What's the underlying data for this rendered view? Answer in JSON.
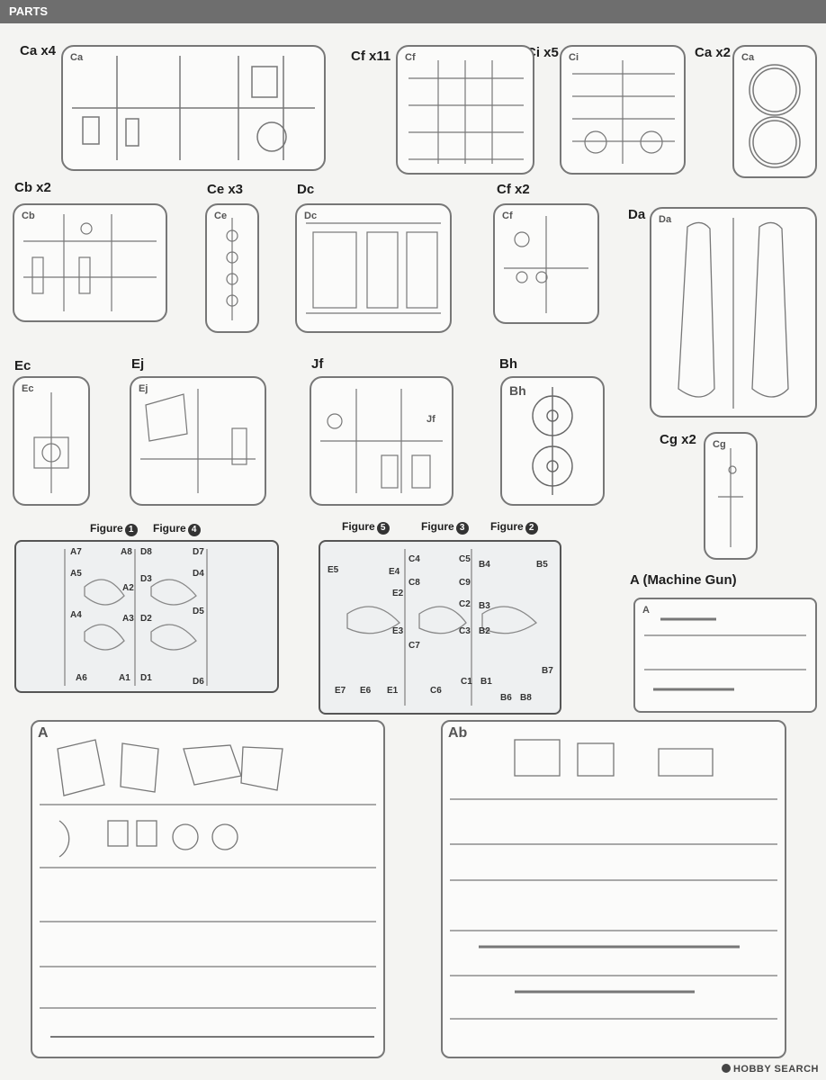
{
  "header": {
    "title": "PARTS"
  },
  "sprues": [
    {
      "id": "ca4",
      "label": "Ca x4",
      "tag": "Ca"
    },
    {
      "id": "cf11",
      "label": "Cf x11",
      "tag": "Cf"
    },
    {
      "id": "ci5",
      "label": "Ci x5",
      "tag": "Ci"
    },
    {
      "id": "ca2",
      "label": "Ca x2",
      "tag": "Ca"
    },
    {
      "id": "cb2",
      "label": "Cb x2",
      "tag": "Cb"
    },
    {
      "id": "ce3",
      "label": "Ce x3",
      "tag": "Ce"
    },
    {
      "id": "dc",
      "label": "Dc",
      "tag": "Dc"
    },
    {
      "id": "cf2",
      "label": "Cf x2",
      "tag": "Cf"
    },
    {
      "id": "da",
      "label": "Da",
      "tag": "Da"
    },
    {
      "id": "ec",
      "label": "Ec",
      "tag": "Ec"
    },
    {
      "id": "ej",
      "label": "Ej",
      "tag": "Ej"
    },
    {
      "id": "jf",
      "label": "Jf",
      "tag": "Jf"
    },
    {
      "id": "bh",
      "label": "Bh",
      "tag": "Bh"
    },
    {
      "id": "cg2",
      "label": "Cg x2",
      "tag": "Cg"
    },
    {
      "id": "mg",
      "label": "A (Machine Gun)",
      "tag": "A"
    },
    {
      "id": "a",
      "label": "",
      "tag": "A"
    },
    {
      "id": "ab",
      "label": "",
      "tag": "Ab"
    }
  ],
  "figures": {
    "fig1": {
      "label": "Figure",
      "num": "1"
    },
    "fig4": {
      "label": "Figure",
      "num": "4"
    },
    "fig5": {
      "label": "Figure",
      "num": "5"
    },
    "fig3": {
      "label": "Figure",
      "num": "3"
    },
    "fig2": {
      "label": "Figure",
      "num": "2"
    }
  },
  "figure_parts_left": [
    "A7",
    "A8",
    "D8",
    "D7",
    "A5",
    "D3",
    "A2",
    "D4",
    "A4",
    "A3",
    "D2",
    "D5",
    "A6",
    "A1",
    "D1",
    "D6"
  ],
  "figure_parts_right": [
    "E5",
    "C4",
    "C5",
    "B4",
    "B5",
    "E4",
    "C8",
    "C9",
    "E2",
    "C2",
    "B3",
    "E3",
    "C3",
    "B2",
    "C7",
    "B7",
    "E7",
    "E6",
    "E1",
    "C6",
    "C1",
    "B1",
    "B6",
    "B8"
  ],
  "watermark": "HOBBY SEARCH"
}
